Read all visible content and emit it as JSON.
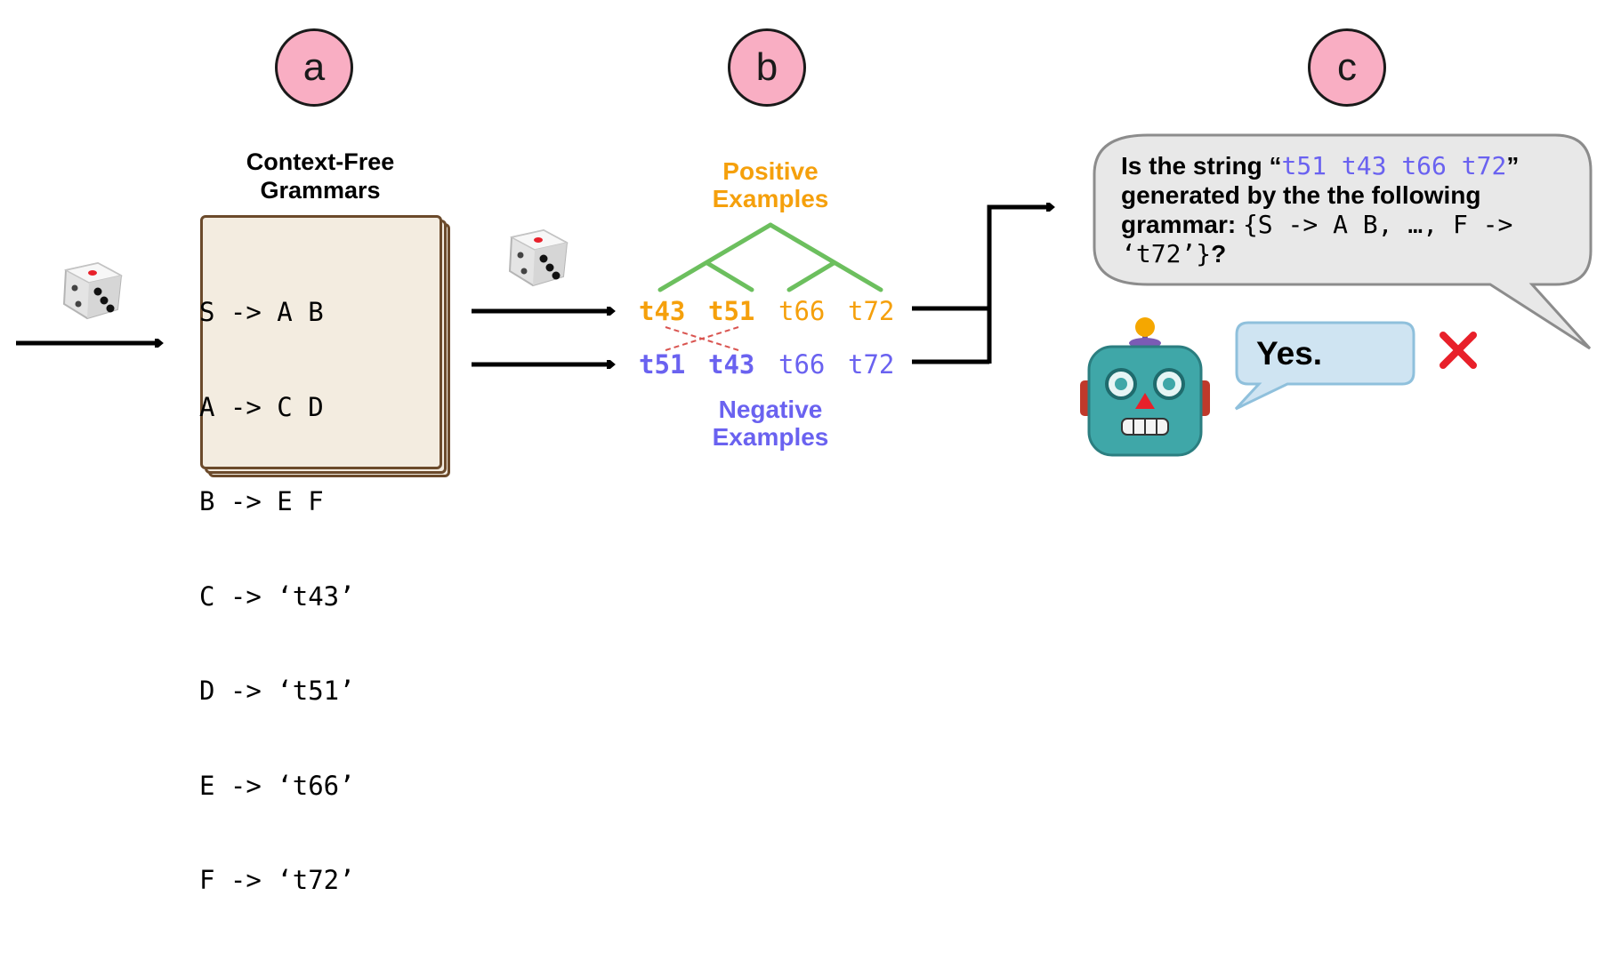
{
  "steps": [
    "a",
    "b",
    "c"
  ],
  "grammar_panel": {
    "title_line1": "Context-Free",
    "title_line2": "Grammars",
    "rules": [
      "S -> A B",
      "A -> C D",
      "B -> E F",
      "C -> ‘t43’",
      "D -> ‘t51’",
      "E -> ‘t66’",
      "F -> ‘t72’"
    ]
  },
  "examples": {
    "positive_line1": "Positive",
    "positive_line2": "Examples",
    "negative_line1": "Negative",
    "negative_line2": "Examples",
    "positive_tokens": [
      "t43",
      "t51",
      "t66",
      "t72"
    ],
    "negative_tokens": [
      "t51",
      "t43",
      "t66",
      "t72"
    ]
  },
  "prompt": {
    "line1_prefix": "Is the string “",
    "line1_string": "t51 t43 t66 t72",
    "line1_suffix": "”",
    "line2": "generated by the the following",
    "line3_prefix": "grammar: ",
    "line3_code": "{S -> A B, …, F ->",
    "line4_code": "‘t72’}",
    "line4_suffix": "?"
  },
  "model_reply": "Yes.",
  "icons": [
    "dice-icon",
    "dice-icon",
    "robot-icon",
    "cross-mark-icon"
  ],
  "colors": {
    "positive": "#f5a00c",
    "negative": "#6a62f0",
    "tree": "#6cbf5e",
    "circle": "#f9aec3",
    "card": "#f3ece0",
    "reply_bubble": "#cfe4f2",
    "prompt_bubble": "#e8e8e8",
    "cross": "#e8202a"
  }
}
